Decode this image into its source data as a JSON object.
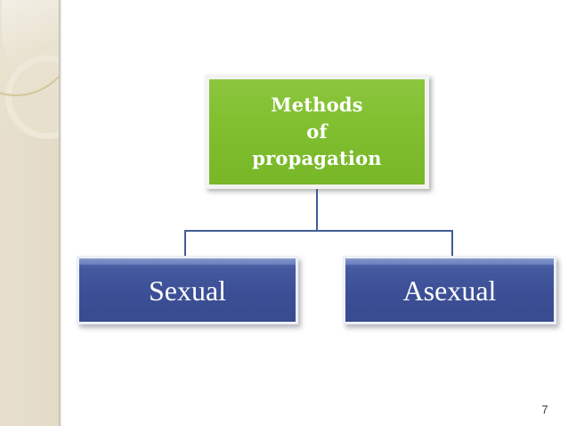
{
  "slide": {
    "page_number": "7",
    "background_color": "#ffffff"
  },
  "decoration": {
    "sidebar_color": "#e5dec9",
    "ring_gold_color": "#cfc292",
    "ring_pale_color": "#efe9da"
  },
  "diagram": {
    "type": "flowchart",
    "root": {
      "lines": [
        "Methods",
        "of",
        "propagation"
      ],
      "fill_color": "#80bf2f",
      "text_color": "#ffffff"
    },
    "children": [
      {
        "label": "Sexual",
        "fill_color": "#3c4f96",
        "text_color": "#ffffff"
      },
      {
        "label": "Asexual",
        "fill_color": "#3c4f96",
        "text_color": "#ffffff"
      }
    ],
    "connector_color": "#3f5d93"
  }
}
